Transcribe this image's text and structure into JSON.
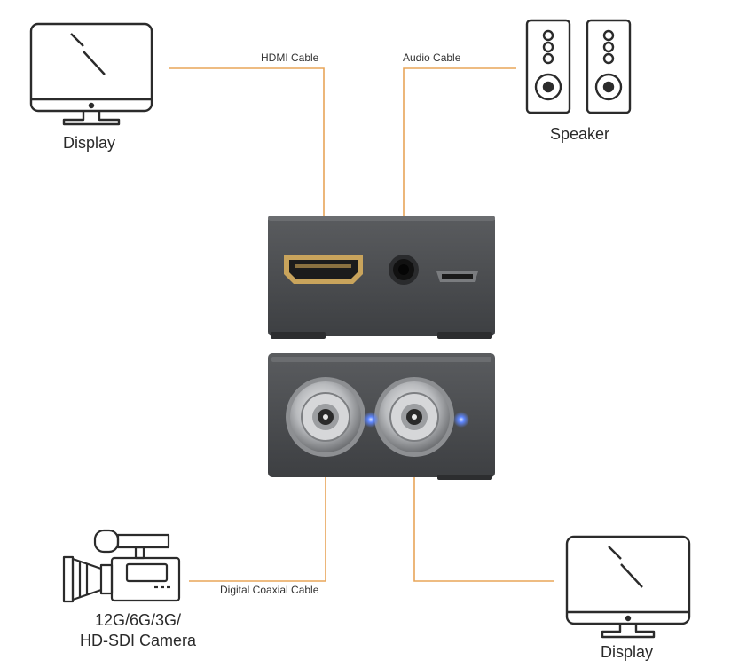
{
  "devices": {
    "display_top_label": "Display",
    "speaker_label": "Speaker",
    "camera_label_line1": "12G/6G/3G/",
    "camera_label_line2": "HD-SDI Camera",
    "display_bottom_label": "Display"
  },
  "cables": {
    "hdmi_label": "HDMI Cable",
    "audio_label": "Audio Cable",
    "coax_label": "Digital Coaxial Cable"
  },
  "colors": {
    "cable": "#e8a559",
    "outline": "#2b2b2b",
    "housing": "#4b4d50",
    "hdmi_gold": "#c9a45c",
    "led": "#4f7bff"
  }
}
